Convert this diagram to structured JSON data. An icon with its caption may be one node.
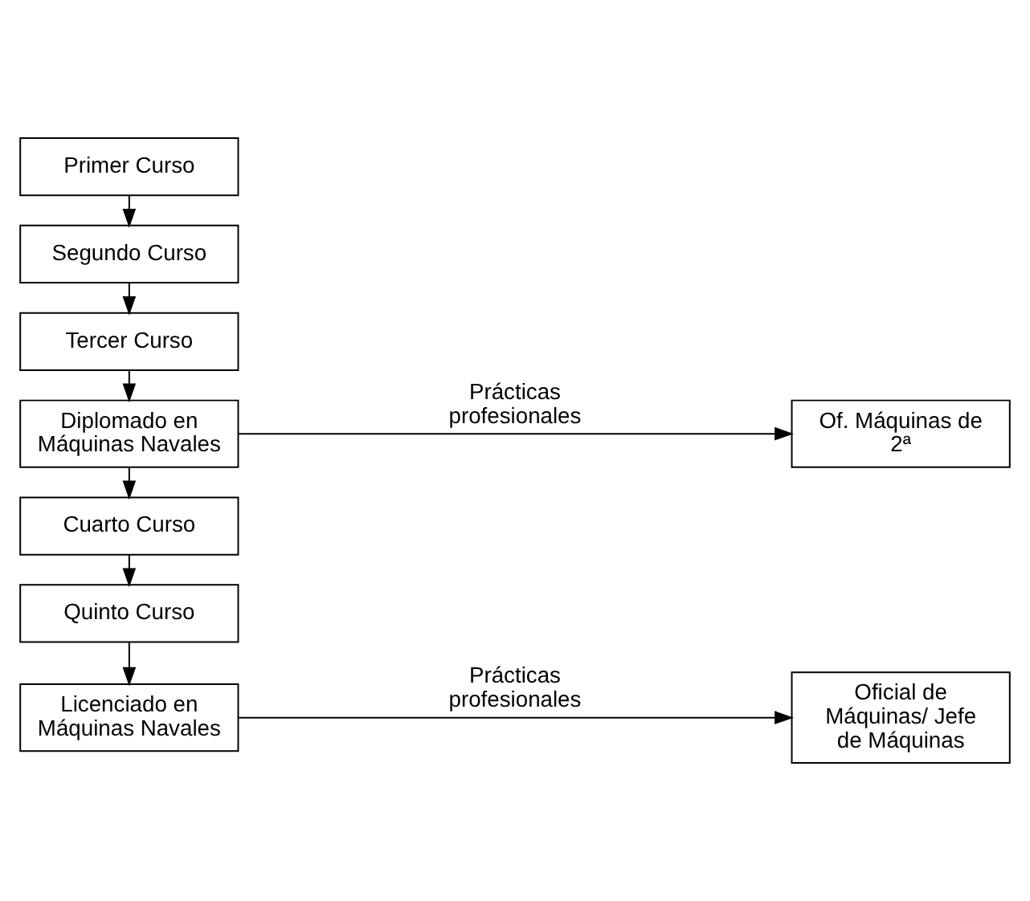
{
  "diagram": {
    "nodes": [
      {
        "text": [
          "Primer Curso"
        ]
      },
      {
        "text": [
          "Segundo Curso"
        ]
      },
      {
        "text": [
          "Tercer Curso"
        ]
      },
      {
        "text": [
          "Diplomado en Máquinas Navales"
        ]
      },
      {
        "text": [
          "Of. Máquinas de 2ª"
        ]
      },
      {
        "text": [
          "Cuarto Curso"
        ]
      },
      {
        "text": [
          "Quinto Curso"
        ]
      },
      {
        "text": [
          "Licenciado en Máquinas Navales"
        ]
      },
      {
        "text": [
          "Oficial de Máquinas/ Jefe de Máquinas"
        ]
      }
    ],
    "edges": [
      {
        "from": 0,
        "to": 1,
        "arrow": "to"
      },
      {
        "from": 1,
        "to": 2,
        "arrow": "to"
      },
      {
        "from": 2,
        "to": 3,
        "arrow": "to"
      },
      {
        "from": 3,
        "to": 4,
        "arrow": "to",
        "label": "Prácticas profesionales"
      },
      {
        "from": 3,
        "to": 5,
        "arrow": "to"
      },
      {
        "from": 5,
        "to": 6,
        "arrow": "to"
      },
      {
        "from": 6,
        "to": 7,
        "arrow": "to"
      },
      {
        "from": 7,
        "to": 8,
        "arrow": "to",
        "label": "Prácticas profesionales"
      }
    ]
  }
}
